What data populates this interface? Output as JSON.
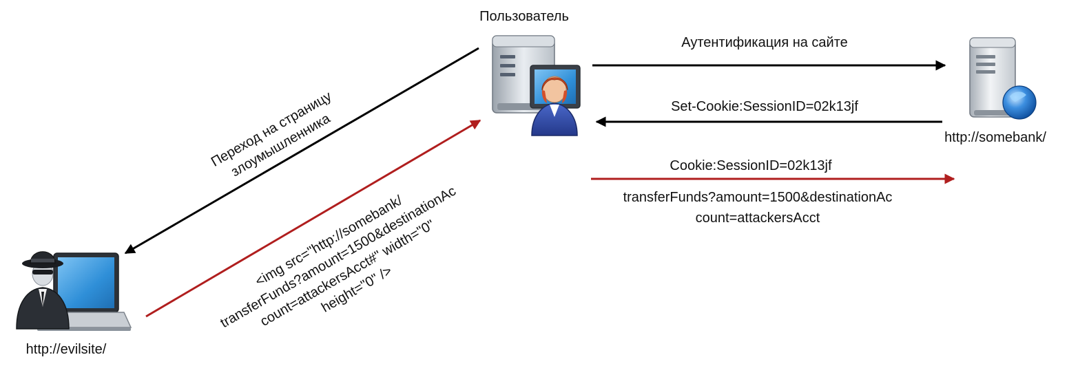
{
  "nodes": {
    "user": {
      "label": "Пользователь",
      "icon": "user-workstation-icon"
    },
    "bank": {
      "label": "http://somebank/",
      "icon": "web-server-icon"
    },
    "attacker": {
      "label": "http://evilsite/",
      "icon": "hacker-laptop-icon"
    }
  },
  "flows": {
    "auth": {
      "label": "Аутентификация на сайте"
    },
    "set_cookie": {
      "label": "Set-Cookie:SessionID=02k13jf"
    },
    "cookie_request": {
      "label": "Cookie:SessionID=02k13jf",
      "url_line1": "transferFunds?amount=1500&destinationAc",
      "url_line2": "count=attackersAcct"
    },
    "visit_attacker": {
      "line1": "Переход на страницу",
      "line2": "злоумышленника"
    },
    "img_payload": {
      "line1": "<img src=\"http://somebank/",
      "line2": "transferFunds?amount=1500&destinationAc",
      "line3": "count=attackersAcct#\" width=\"0\"",
      "line4": "height=\"0\" />"
    }
  },
  "colors": {
    "normal_arrow": "#000000",
    "attack_arrow": "#b01e1e"
  }
}
